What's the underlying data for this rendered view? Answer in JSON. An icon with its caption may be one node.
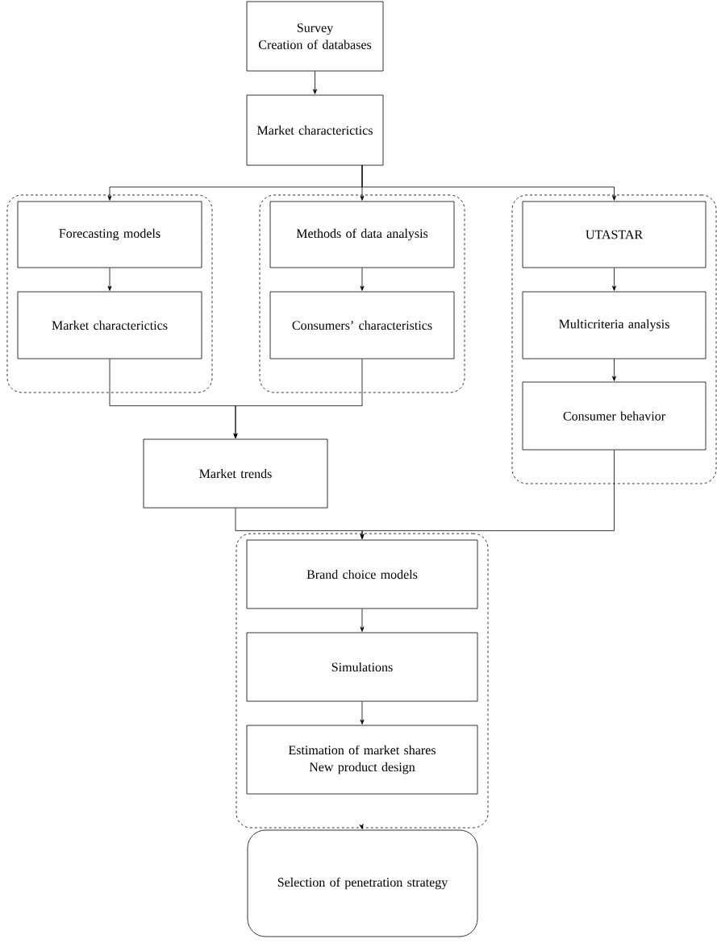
{
  "diagram": {
    "nodes": [
      {
        "text": [
          "Survey",
          "Creation of databases"
        ]
      },
      {
        "text": [
          "Market characterictics"
        ]
      },
      {
        "text": [],
        "shape": "box"
      },
      {
        "text": [
          "Forecasting models"
        ],
        "in": 2
      },
      {
        "text": [
          "Market characterictics"
        ],
        "in": 2
      },
      {
        "text": [],
        "shape": "box"
      },
      {
        "text": [
          "Methods of data analysis"
        ],
        "in": 5
      },
      {
        "text": [
          "Consumers’ characteristics"
        ],
        "in": 5
      },
      {
        "text": [],
        "shape": "box"
      },
      {
        "text": [
          "UTASTAR"
        ],
        "in": 8
      },
      {
        "text": [
          "Multicriteria analysis"
        ],
        "in": 8
      },
      {
        "text": [
          "Consumer behavior"
        ],
        "in": 8
      },
      {
        "text": [
          "Market trends"
        ]
      },
      {
        "text": [],
        "shape": "box"
      },
      {
        "text": [
          "Brand choice models"
        ],
        "in": 13
      },
      {
        "text": [
          "Simulations"
        ],
        "in": 13
      },
      {
        "text": [
          "Estimation of market shares",
          "New product design"
        ],
        "in": 13
      },
      {
        "text": [
          "Selection of penetration strategy"
        ]
      }
    ],
    "edges": [
      {
        "from": 0,
        "to": 1,
        "arrow": "to"
      },
      {
        "from": 1,
        "to": 3,
        "arrow": "to"
      },
      {
        "from": 1,
        "to": 6,
        "arrow": "to"
      },
      {
        "from": 1,
        "to": 9,
        "arrow": "to"
      },
      {
        "from": 3,
        "to": 4,
        "arrow": "to"
      },
      {
        "from": 6,
        "to": 7,
        "arrow": "to"
      },
      {
        "from": 9,
        "to": 10,
        "arrow": "to"
      },
      {
        "from": 10,
        "to": 11,
        "arrow": "to"
      },
      {
        "from": 4,
        "to": 12,
        "arrow": "to"
      },
      {
        "from": 7,
        "to": 12,
        "arrow": "to"
      },
      {
        "from": 12,
        "to": 14,
        "arrow": "to"
      },
      {
        "from": 11,
        "to": 14,
        "arrow": "to"
      },
      {
        "from": 14,
        "to": 15,
        "arrow": "to"
      },
      {
        "from": 15,
        "to": 16,
        "arrow": "to"
      },
      {
        "from": 13,
        "to": 17,
        "arrow": "to"
      }
    ]
  }
}
